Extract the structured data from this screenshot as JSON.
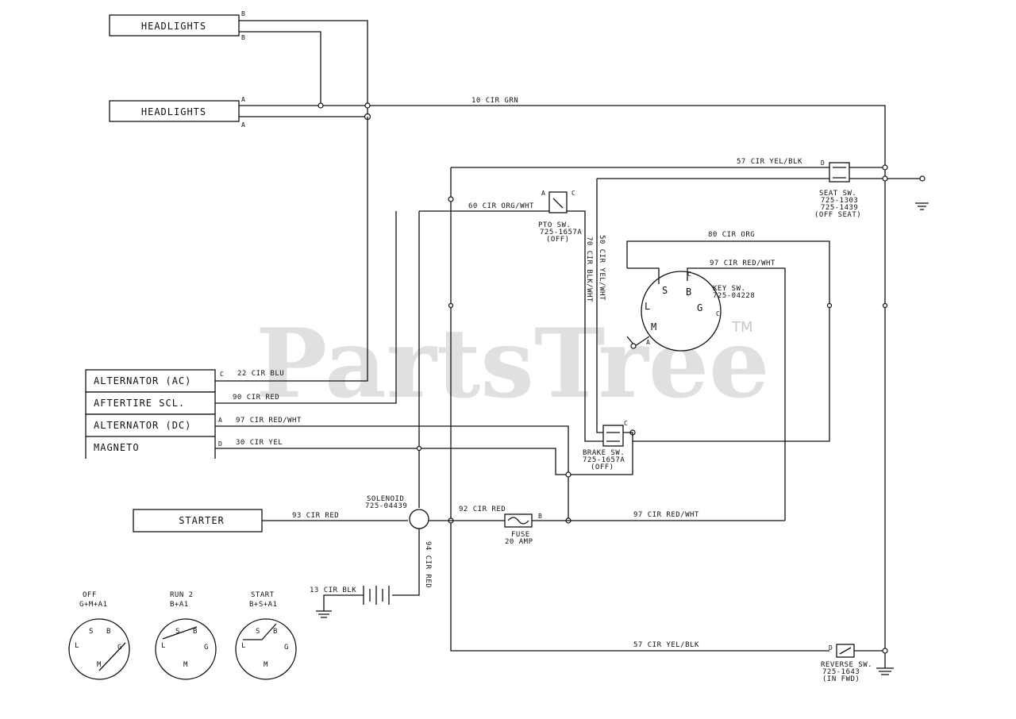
{
  "watermark": {
    "text": "PartsTree",
    "tm": "TM"
  },
  "components": {
    "headlights_top": "HEADLIGHTS",
    "headlights_bottom": "HEADLIGHTS",
    "alternator_ac": "ALTERNATOR (AC)",
    "aftermarket": "AFTERTIRE SCL.",
    "alternator_dc": "ALTERNATOR (DC)",
    "magneto": "MAGNETO",
    "starter": "STARTER"
  },
  "pins": {
    "hl_top_b1": "B",
    "hl_top_b2": "B",
    "hl_bot_a1": "A",
    "hl_bot_a2": "A",
    "alt_ac": "C",
    "alt_dc": "A",
    "magneto": "D",
    "pto_a": "A",
    "pto_c": "C",
    "seat_d": "D",
    "brake_c": "C",
    "fuse_b": "B",
    "reverse_d": "D"
  },
  "wires": {
    "w10": "10 CIR GRN",
    "w57_top": "57 CIR YEL/BLK",
    "w60_org": "60 CIR ORG/WHT",
    "w80": "80 CIR ORG",
    "w97_key": "97 CIR RED/WHT",
    "w70_vert": "70 CIR BLK/WHT",
    "w50_vert": "50 CIR YEL/WHT",
    "w22": "22 CIR BLU",
    "w90": "90 CIR RED",
    "w97_alt": "97 CIR RED/WHT",
    "w30": "30 CIR YEL",
    "w93": "93 CIR RED",
    "w92": "92 CIR RED",
    "w97_fuse": "97 CIR RED/WHT",
    "w94": "94 CIR RED",
    "w13": "13 CIR BLK",
    "w57_bot": "57 CIR YEL/BLK"
  },
  "switches": {
    "pto": [
      "PTO SW.",
      "725-1657A",
      "(OFF)"
    ],
    "seat": [
      "SEAT SW.",
      "725-1303",
      "725-1439",
      "(OFF SEAT)"
    ],
    "key": [
      "KEY SW.",
      "725-04228"
    ],
    "brake": [
      "BRAKE SW.",
      "725-1657A",
      "(OFF)"
    ],
    "solenoid": [
      "SOLENOID",
      "725-04439"
    ],
    "fuse": [
      "FUSE",
      "20 AMP"
    ],
    "reverse": [
      "REVERSE SW.",
      "725-1643",
      "(IN FWD)"
    ]
  },
  "key_terminals": {
    "s": "S",
    "b": "B",
    "l": "L",
    "g": "G",
    "m": "M",
    "a": "A",
    "c": "C",
    "c2": "C"
  },
  "positions": [
    {
      "line1": "OFF",
      "line2": "G+M+A1"
    },
    {
      "line1": "RUN 2",
      "line2": "B+A1"
    },
    {
      "line1": "START",
      "line2": "B+S+A1"
    }
  ],
  "dial_letters": {
    "s": "S",
    "b": "B",
    "l": "L",
    "g": "G",
    "m": "M"
  }
}
